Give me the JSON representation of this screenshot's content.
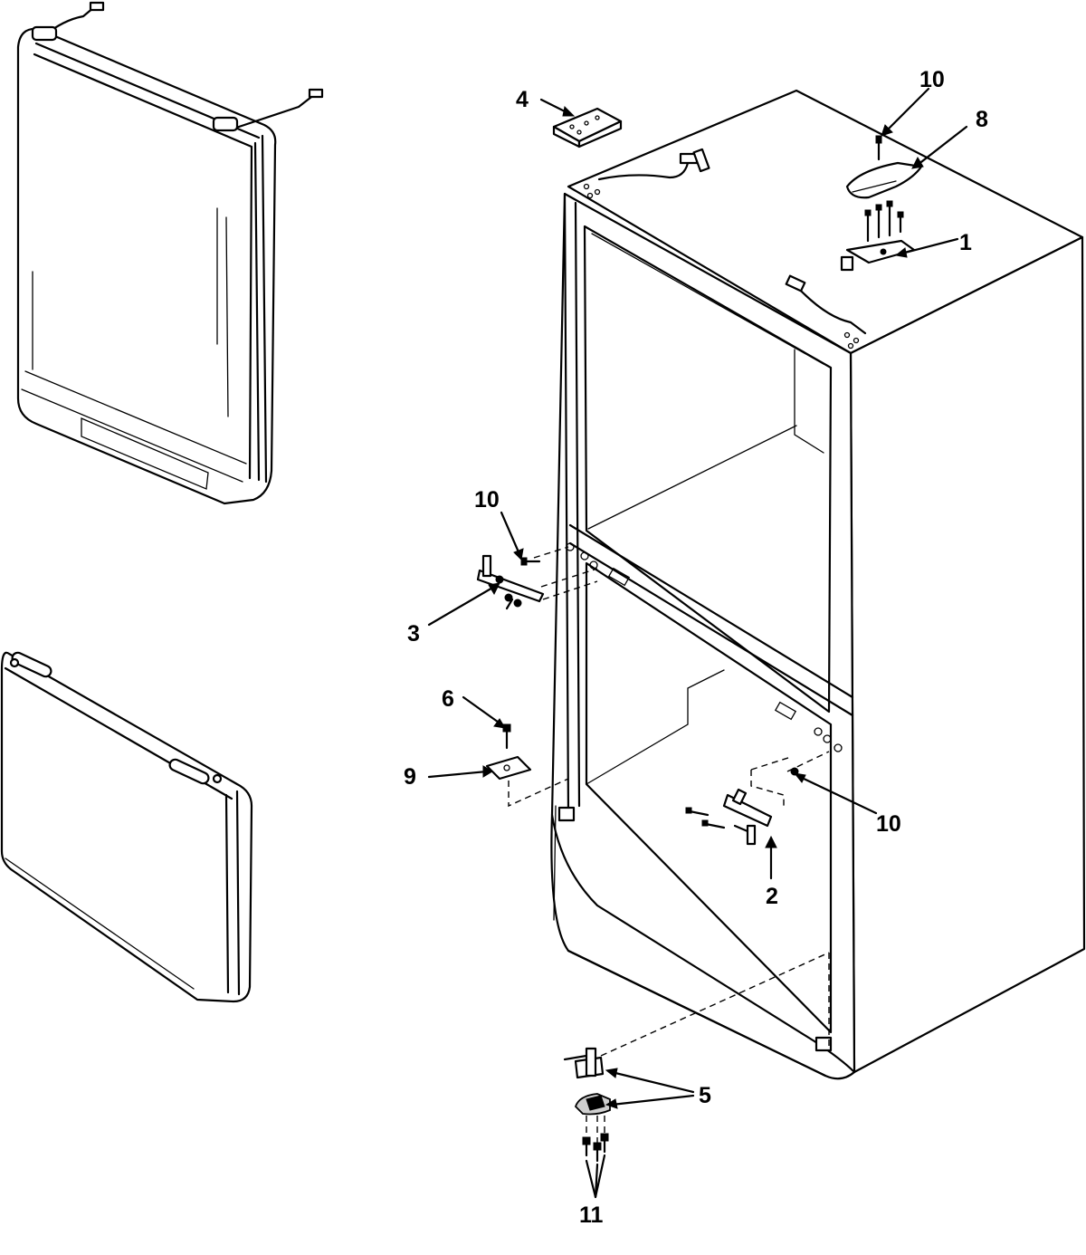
{
  "callouts": {
    "c1": "1",
    "c2": "2",
    "c3": "3",
    "c4": "4",
    "c5": "5",
    "c6": "6",
    "c8": "8",
    "c9": "9",
    "c10_top": "10",
    "c10_left": "10",
    "c10_right": "10",
    "c11": "11"
  }
}
